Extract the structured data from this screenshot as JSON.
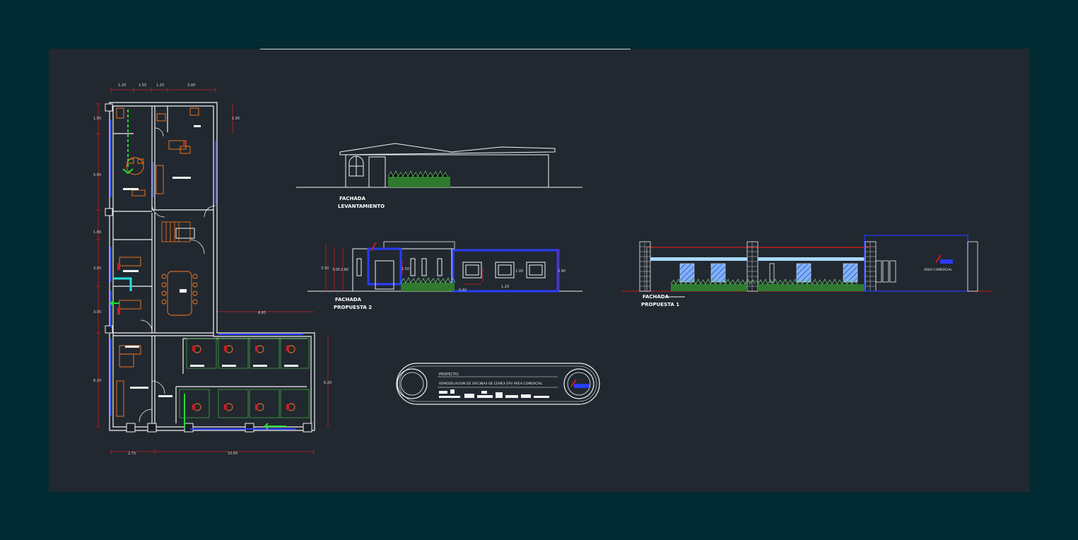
{
  "plan": {
    "top_dims": [
      "1.20",
      "1.55",
      "1.20",
      "3.00"
    ],
    "left_dims": [
      "1.95",
      "5.95",
      "1.80",
      "3.05",
      "3.05",
      "6.20"
    ],
    "right_dims": [
      "1.95",
      "6.20"
    ],
    "bottom_dims": [
      "2.75",
      "10.65"
    ],
    "wing_dim": "6.65"
  },
  "elevation1": {
    "label_line1": "FACHADA",
    "label_line2": "LEVANTAMIENTO"
  },
  "elevation2": {
    "label_line1": "FACHADA",
    "label_line2": "PROPUESTA 2",
    "dims": [
      "3.30",
      "3.00",
      "2.80",
      "1.50",
      "1.00",
      "2.90",
      "1.20",
      "0.40"
    ]
  },
  "elevation3": {
    "label_line1": "FACHADA",
    "label_line2": "PROPUESTA 1",
    "sign_text": "AREA COMERCIAL"
  },
  "title_block": {
    "label": "PROYECTO:",
    "project": "REMODELACION DE OFICINAS DE CEMEX EPV AREA COMERCIAL"
  },
  "colors": {
    "background": "#022a32",
    "sheet": "#212830",
    "lines": "#f2f2f2",
    "dimensions": "#c81e1e",
    "windows": "#2a3cff",
    "furniture": "#ff7a1a",
    "route": "#22dd33",
    "plants": "#3c7a3c",
    "glass": "#a9d8ff"
  }
}
